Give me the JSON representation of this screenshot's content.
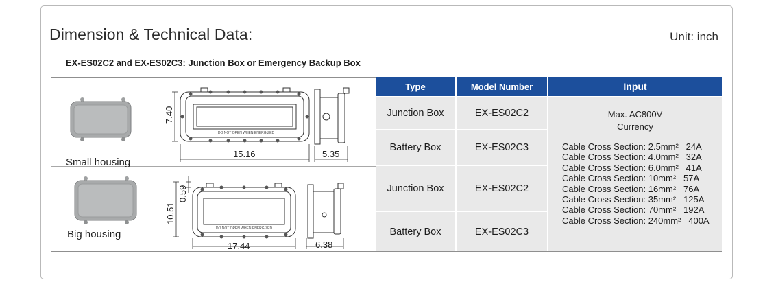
{
  "header": {
    "title": "Dimension & Technical Data:",
    "unit": "Unit: inch",
    "subtitle": "EX-ES02C2 and EX-ES02C3: Junction Box or Emergency Backup Box"
  },
  "drawings": {
    "small": {
      "label": "Small housing",
      "height_dim": "7.40",
      "width_dim": "15.16",
      "depth_dim": "5.35",
      "plate_text": "DO NOT OPEN WHEN ENERGIZED"
    },
    "big": {
      "label": "Big housing",
      "height_dim": "10.51",
      "flange_dim": "0.59",
      "width_dim": "17.44",
      "depth_dim": "6.38",
      "plate_text": "DO NOT OPEN WHEN ENERGIZED"
    }
  },
  "table": {
    "headers": [
      "Type",
      "Model Number",
      "Input"
    ],
    "rows": [
      {
        "type": "Junction Box",
        "model": "EX-ES02C2"
      },
      {
        "type": "Battery Box",
        "model": "EX-ES02C3"
      },
      {
        "type": "Junction Box",
        "model": "EX-ES02C2"
      },
      {
        "type": "Battery Box",
        "model": "EX-ES02C3"
      }
    ],
    "input": {
      "max_line1": "Max. AC800V",
      "max_line2": "Currency",
      "cables": [
        "Cable Cross Section: 2.5mm²   24A",
        "Cable Cross Section: 4.0mm²   32A",
        "Cable Cross Section: 6.0mm²   41A",
        "Cable Cross Section: 10mm²   57A",
        "Cable Cross Section: 16mm²   76A",
        "Cable Cross Section: 35mm²   125A",
        "Cable Cross Section: 70mm²   192A",
        "Cable Cross Section: 240mm²   400A"
      ]
    }
  },
  "colors": {
    "header_bg": "#1c4f9c",
    "cell_bg": "#e9e9e9"
  }
}
